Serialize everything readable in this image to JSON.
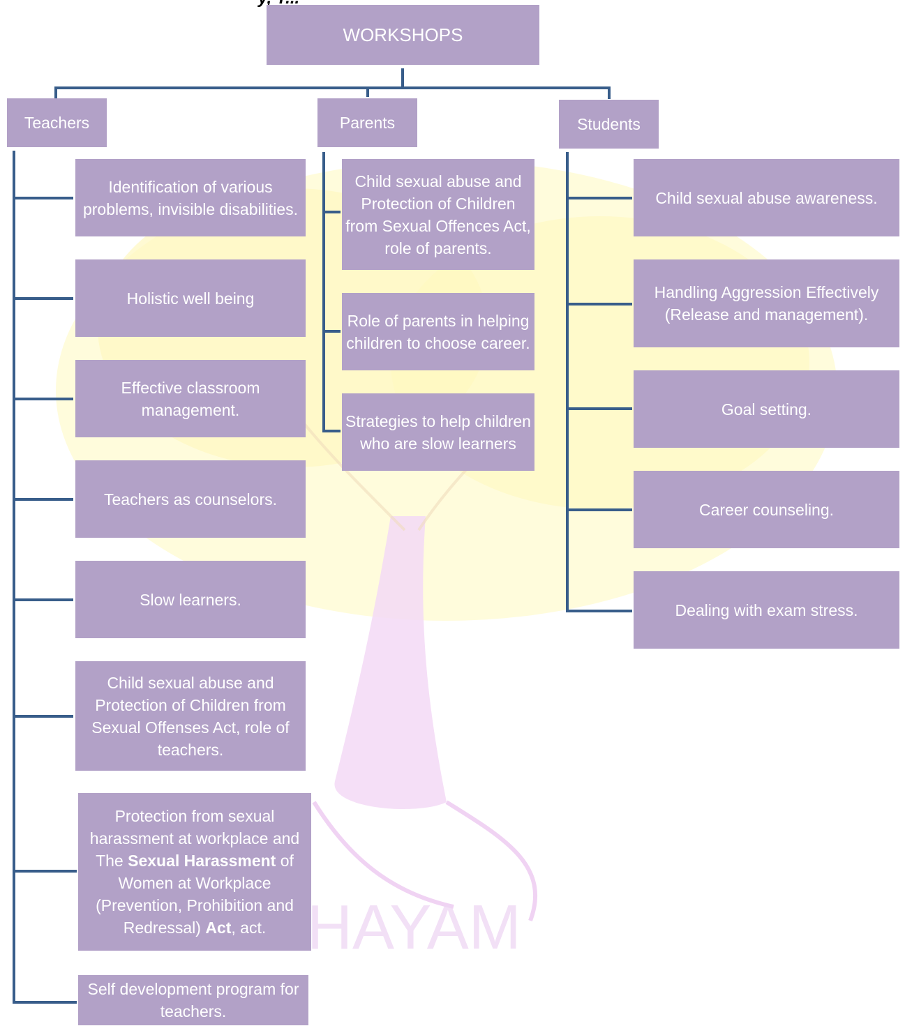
{
  "page_title_fragment": "y, Y...",
  "root": {
    "label": "WORKSHOPS"
  },
  "groups": {
    "teachers": {
      "label": "Teachers",
      "items": [
        "Identification of various problems, invisible disabilities.",
        "Holistic well being",
        "Effective classroom management.",
        "Teachers as counselors.",
        "Slow learners.",
        "Child sexual abuse and Protection of Children from Sexual Offenses Act, role of teachers.",
        "Protection from sexual harassment at workplace and  The Sexual Harassment of Women at Workplace (Prevention, Prohibition and Redressal) Act,  act.",
        "Self development program for teachers."
      ]
    },
    "parents": {
      "label": "Parents",
      "items": [
        "Child sexual abuse and Protection of Children from Sexual Offences Act, role of parents.",
        "Role of parents in helping children to choose career.",
        "Strategies to help children who are slow learners"
      ]
    },
    "students": {
      "label": "Students",
      "items": [
        "Child sexual abuse awareness.",
        "Handling Aggression Effectively (Release and management).",
        "Goal setting.",
        "Career counseling.",
        "Dealing with exam stress."
      ]
    }
  },
  "watermark": {
    "text": "HAYAM"
  },
  "colors": {
    "box_fill": "#b2a1c7",
    "box_text": "#ffffff",
    "connector": "#385d8a",
    "watermark_yellow": "#fff9c4",
    "watermark_pink": "#f5d5f5"
  }
}
